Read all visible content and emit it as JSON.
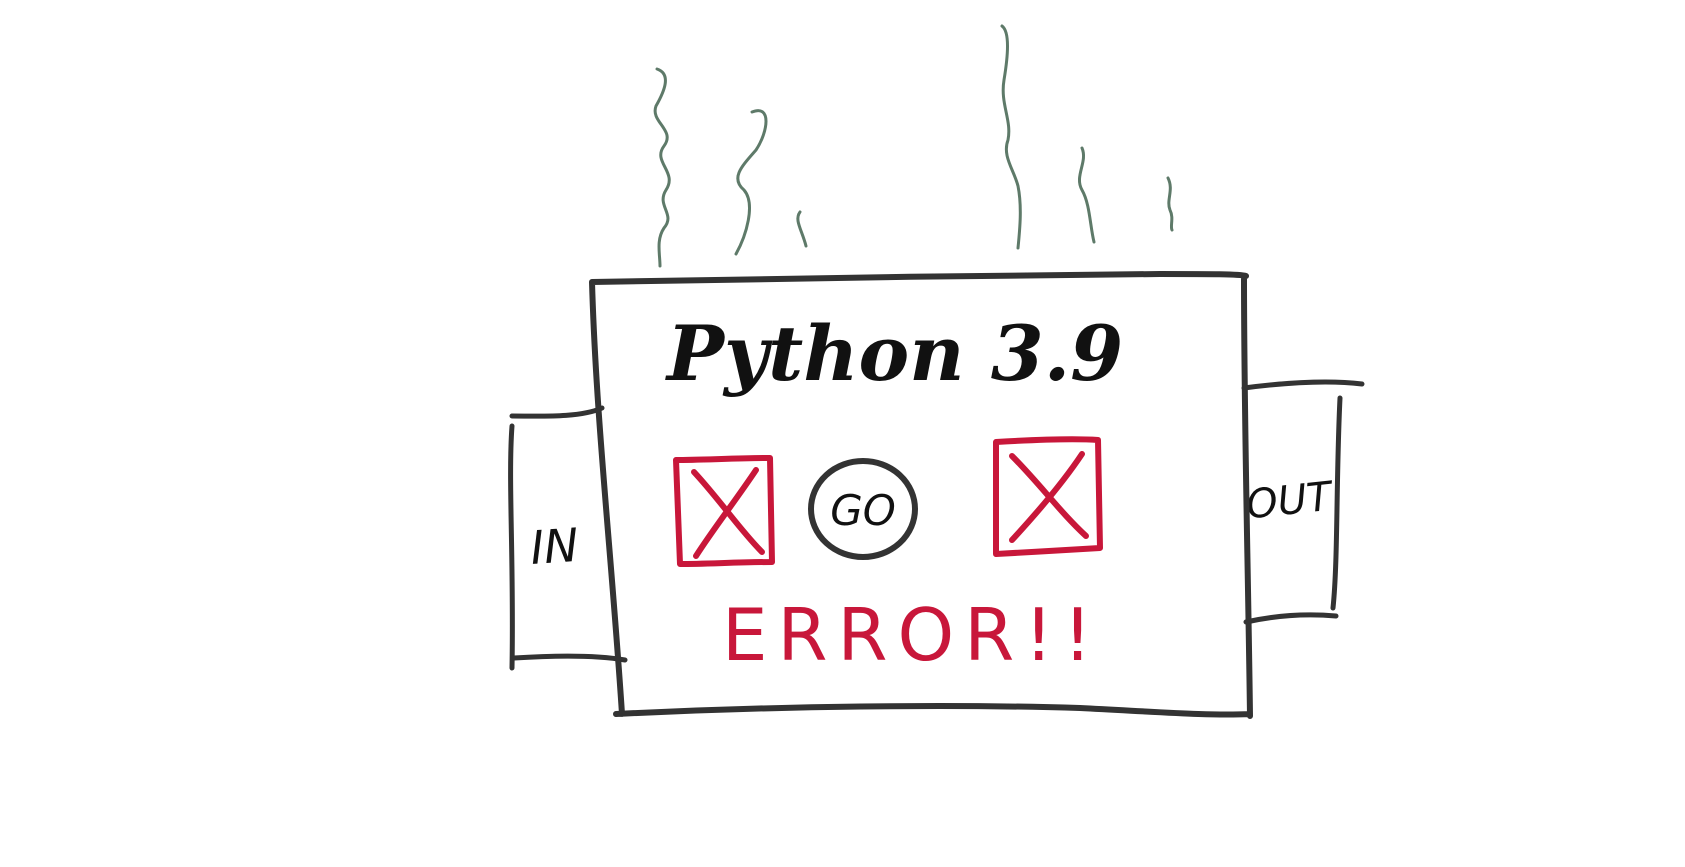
{
  "diagram": {
    "title": "Python 3.9",
    "input_label": "IN",
    "output_label": "OUT",
    "center_button_label": "GO",
    "status_text": "ERROR!!",
    "left_indicator_icon": "x-box-icon",
    "right_indicator_icon": "x-box-icon",
    "smoke_icon": "smoke-squiggle-icon"
  },
  "colors": {
    "outline": "#333333",
    "error_red": "#c8173a",
    "smoke": "#5e7a69",
    "text": "#111111",
    "background": "#ffffff"
  }
}
